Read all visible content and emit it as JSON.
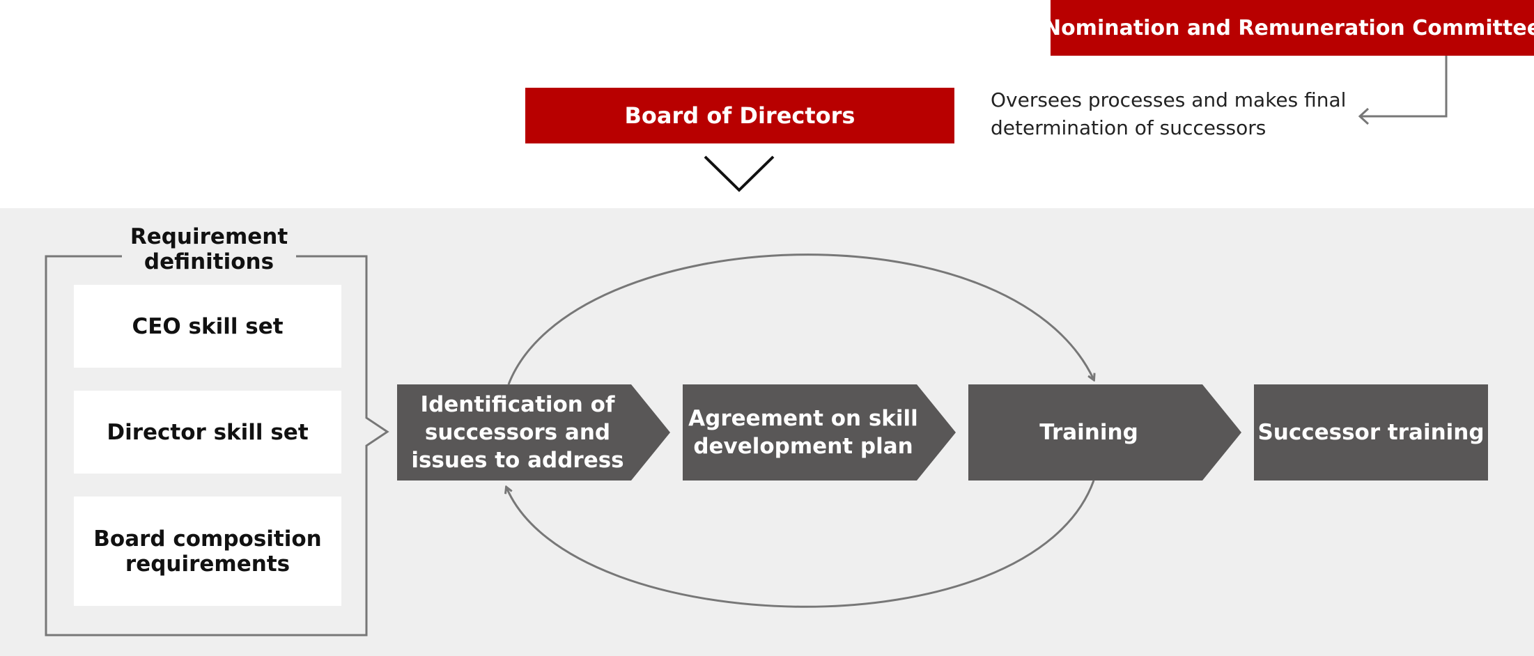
{
  "committee": {
    "label": "Nomination and Remuneration Committee",
    "note": "Oversees processes and makes final determination of successors"
  },
  "board": {
    "label": "Board of Directors"
  },
  "requirements": {
    "title": "Requirement definitions",
    "items": [
      {
        "label": "CEO skill set"
      },
      {
        "label": "Director skill set"
      },
      {
        "label": "Board composition requirements"
      }
    ]
  },
  "process": {
    "steps": [
      {
        "label": "Identification of successors and issues to address"
      },
      {
        "label": "Agreement on skill development plan"
      },
      {
        "label": "Training"
      },
      {
        "label": "Successor training"
      }
    ]
  },
  "colors": {
    "accent_red": "#b80000",
    "step_fill": "#595757",
    "band_bg": "#efefef",
    "connector": "#777777"
  }
}
